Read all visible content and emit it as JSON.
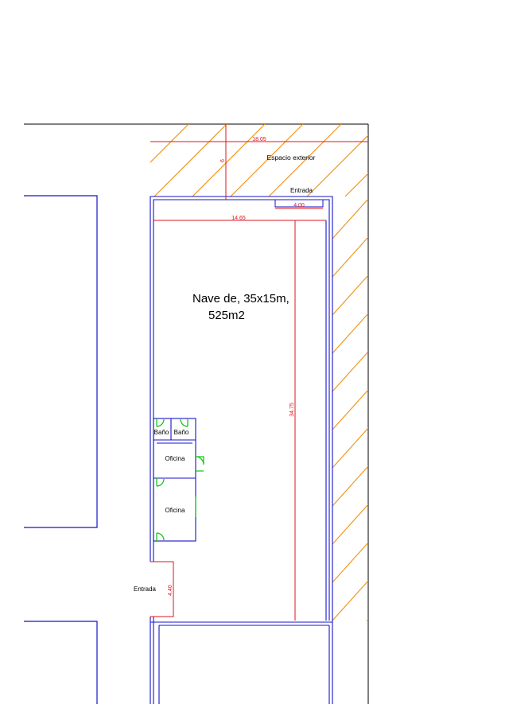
{
  "colors": {
    "wall": "#1414c8",
    "dimension": "#e0141e",
    "hatch": "#f0961e",
    "door": "#14c814",
    "text": "#000000",
    "outline": "#000000"
  },
  "title": {
    "line1": "Nave de, 35x15m,",
    "line2": "525m2"
  },
  "dimensions": {
    "outer_width": "18.05",
    "exterior_depth": "6",
    "entrance_width": "4.00",
    "inner_width": "14.65",
    "length": "34.75",
    "side_entrance": "4.40"
  },
  "rooms": {
    "bath_1": "Baño",
    "bath_2": "Baño",
    "office_1": "Oficina",
    "office_2": "Oficina"
  },
  "labels": {
    "exterior": "Espacio exterior",
    "entrance_top": "Entrada",
    "entrance_side": "Entrada"
  }
}
